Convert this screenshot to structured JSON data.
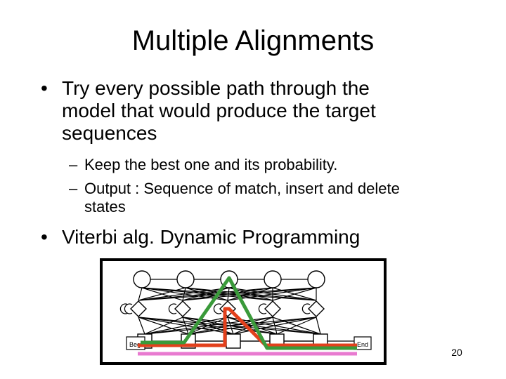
{
  "slide": {
    "title": "Multiple Alignments",
    "bullets": [
      {
        "marker": "•",
        "text": "Try every possible path through the model that would produce the target sequences",
        "subitems": [
          {
            "marker": "–",
            "text": "Keep the best one and its probability."
          },
          {
            "marker": "–",
            "text": "Output : Sequence of match, insert and delete states"
          }
        ]
      },
      {
        "marker": "•",
        "text": "Viterbi alg. Dynamic Programming"
      }
    ],
    "page_number": "20"
  },
  "diagram": {
    "begin_label": "Begin",
    "end_label": "End",
    "path_colors": {
      "green": "#3a9a3a",
      "red": "#e2401c",
      "pink": "#e87ad0"
    }
  }
}
